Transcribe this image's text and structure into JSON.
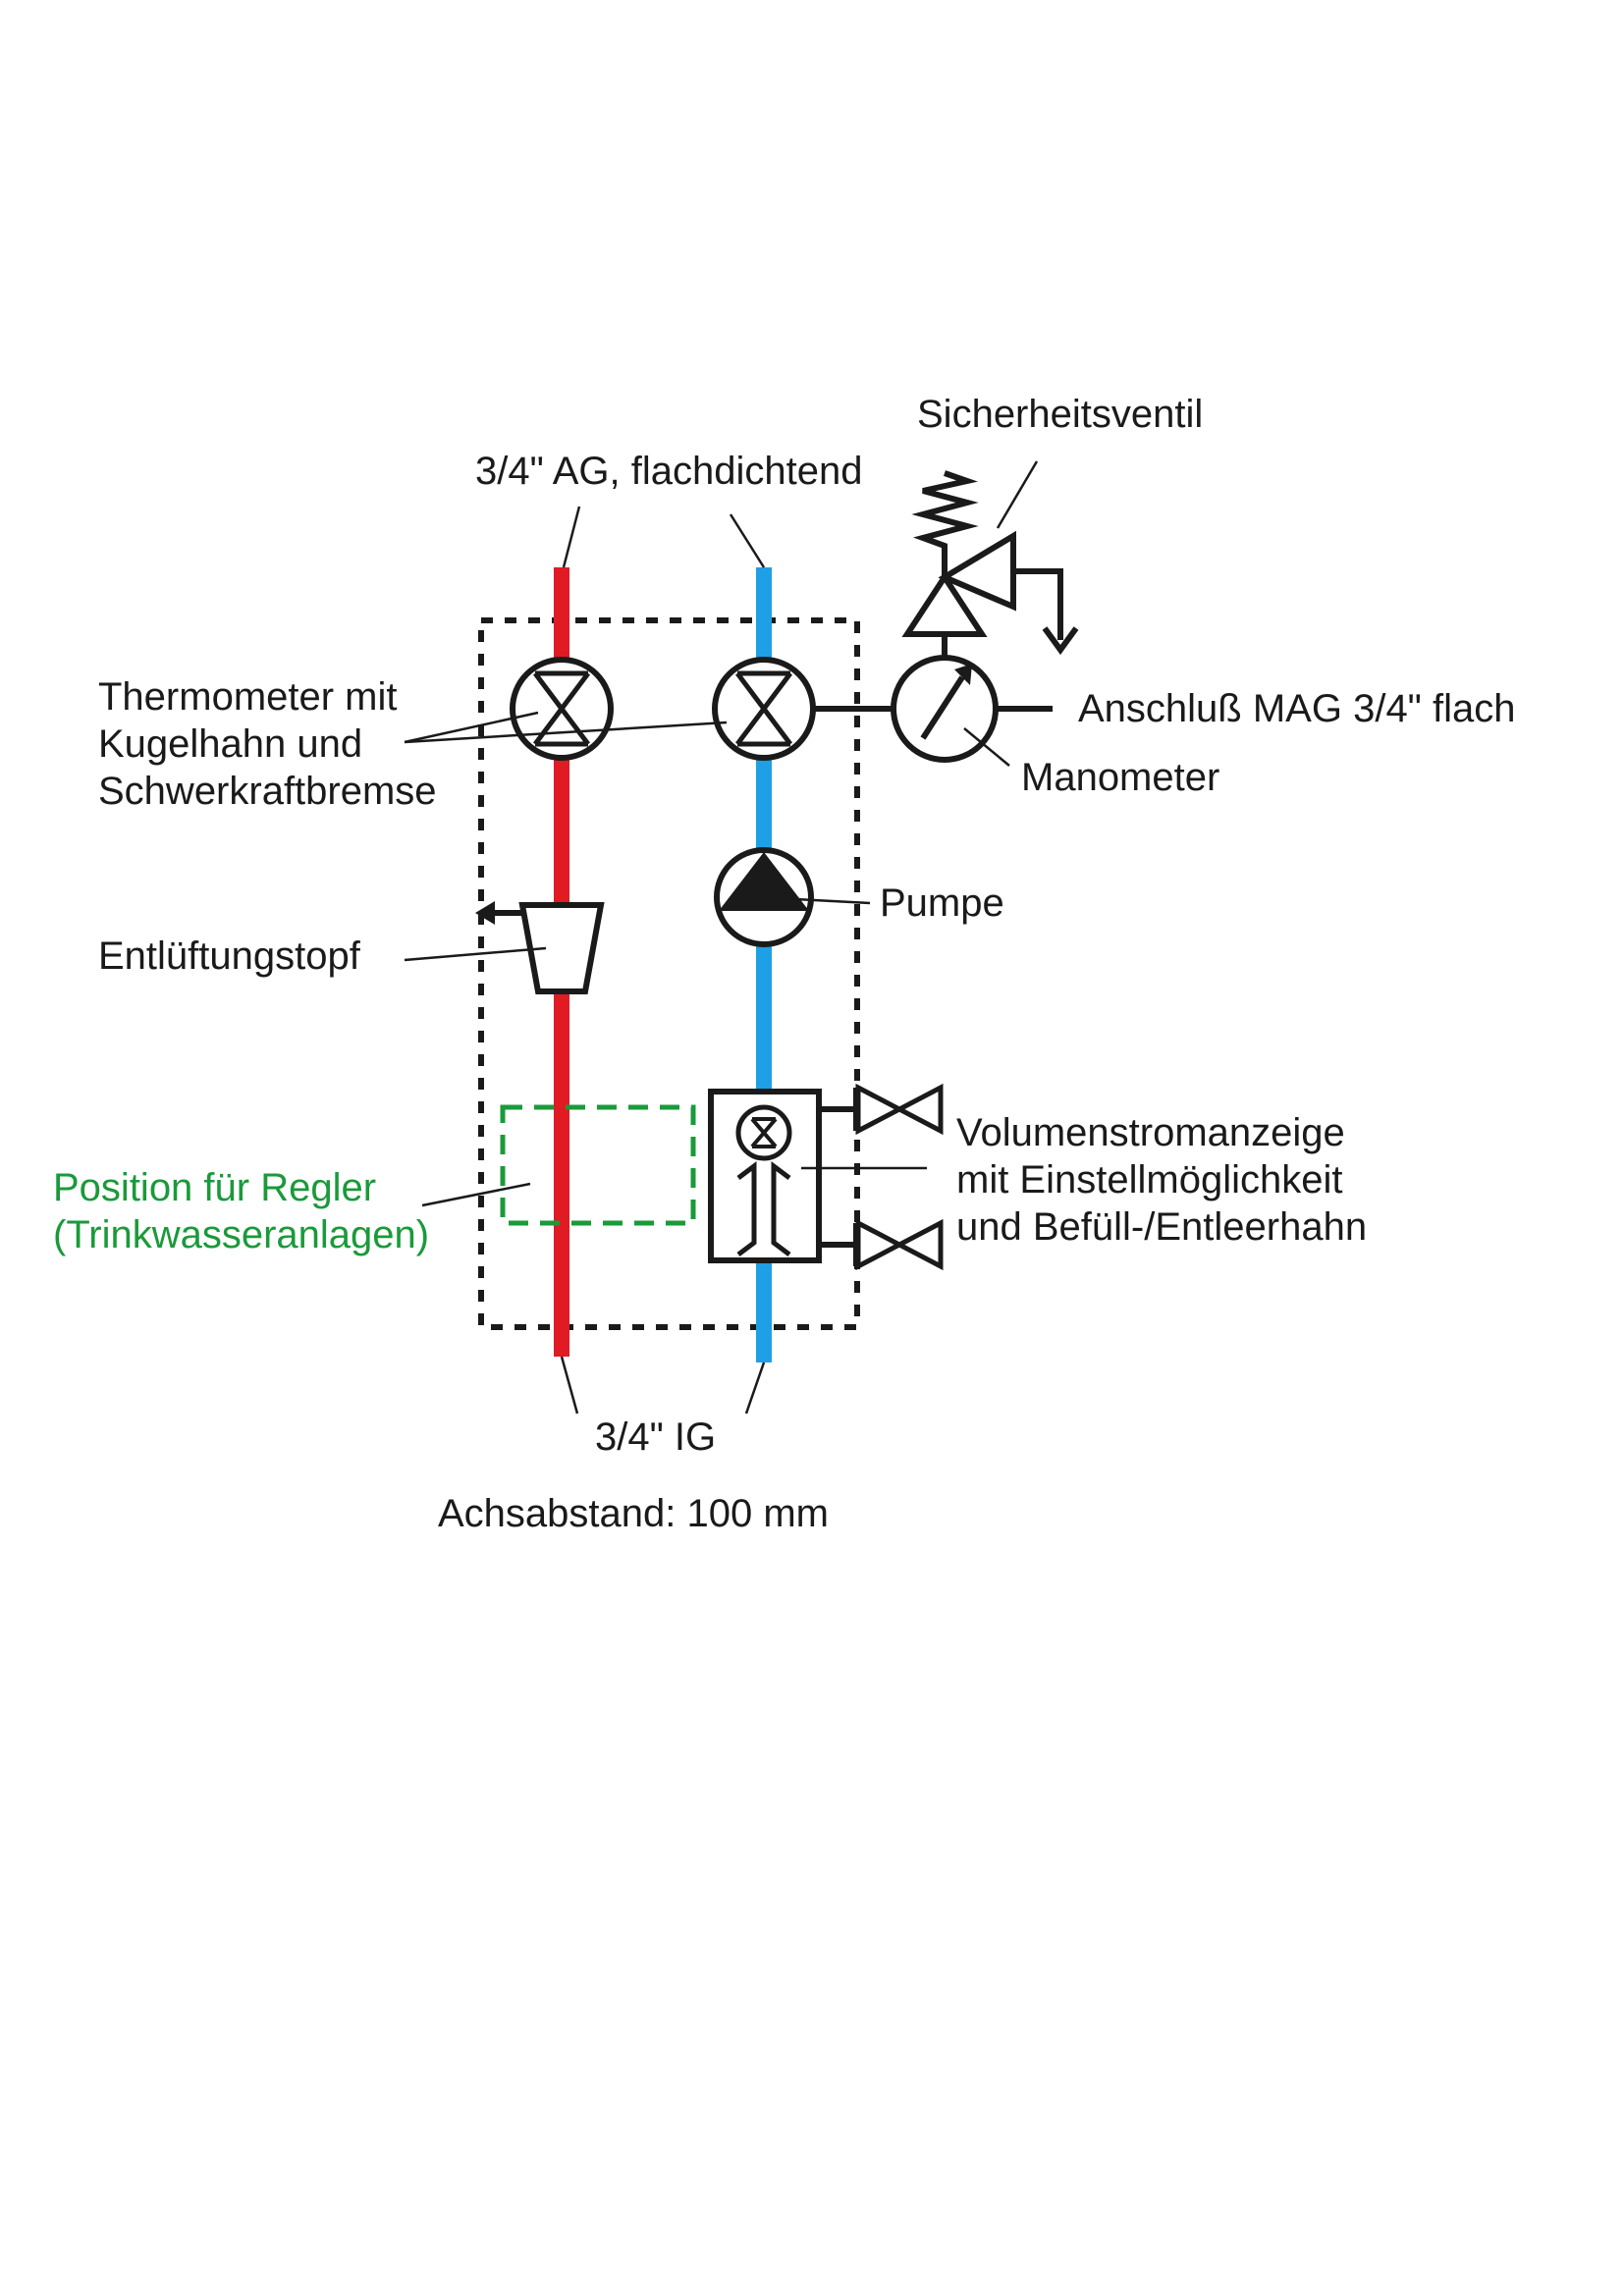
{
  "colors": {
    "ink": "#1a1a1a",
    "supply": "#e01b24",
    "return": "#1ea0e6",
    "controller": "#1a9a3a"
  },
  "labels": {
    "top_connection": "3/4\" AG, flachdichtend",
    "safety_valve": "Sicherheitsventil",
    "thermometer": [
      "Thermometer mit",
      "Kugelhahn und",
      "Schwerkraftbremse"
    ],
    "mag_connection": "Anschluß MAG 3/4\" flach",
    "manometer": "Manometer",
    "pump": "Pumpe",
    "vent_pot": "Entlüftungstopf",
    "controller_position": [
      "Position für Regler",
      "(Trinkwasseranlagen)"
    ],
    "flow_meter": [
      "Volumenstromanzeige",
      "mit Einstellmöglichkeit",
      "und Befüll-/Entleerhahn"
    ],
    "bottom_connection": "3/4\" IG",
    "axis_distance": "Achsabstand: 100 mm"
  }
}
